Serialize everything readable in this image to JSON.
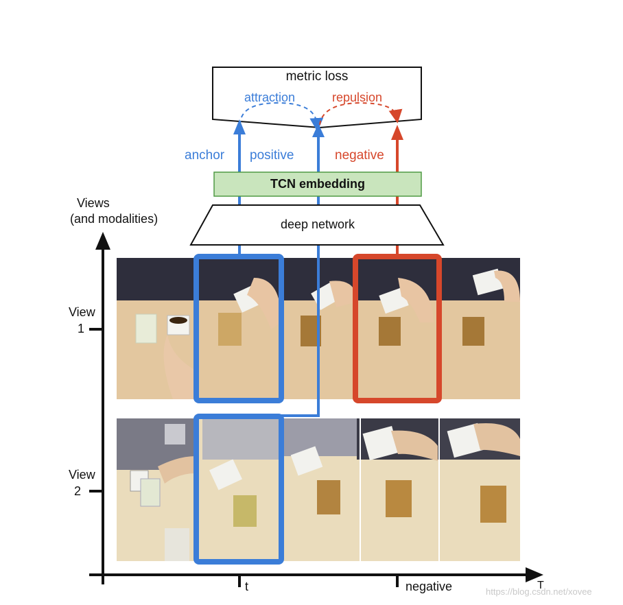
{
  "metric_loss": {
    "title": "metric loss",
    "attraction": "attraction",
    "repulsion": "repulsion"
  },
  "signals": {
    "anchor": "anchor",
    "positive": "positive",
    "negative": "negative"
  },
  "embedding": {
    "label": "TCN embedding"
  },
  "network": {
    "label": "deep network"
  },
  "y_axis": {
    "label_line1": "Views",
    "label_line2": "(and modalities)",
    "view1_line1": "View",
    "view1_line2": "1",
    "view2_line1": "View",
    "view2_line2": "2"
  },
  "x_axis": {
    "tick_t": "t",
    "tick_negative": "negative",
    "end_label": "T"
  },
  "watermark": "https://blog.csdn.net/xovee",
  "colors": {
    "blue": "#3b7dd8",
    "red": "#d6472b",
    "green_fill": "#c9e5bd",
    "green_border": "#4f9a44",
    "table": "#e2c7a0",
    "wall": "#2b2b3a",
    "tea": "#8a5a1a"
  }
}
